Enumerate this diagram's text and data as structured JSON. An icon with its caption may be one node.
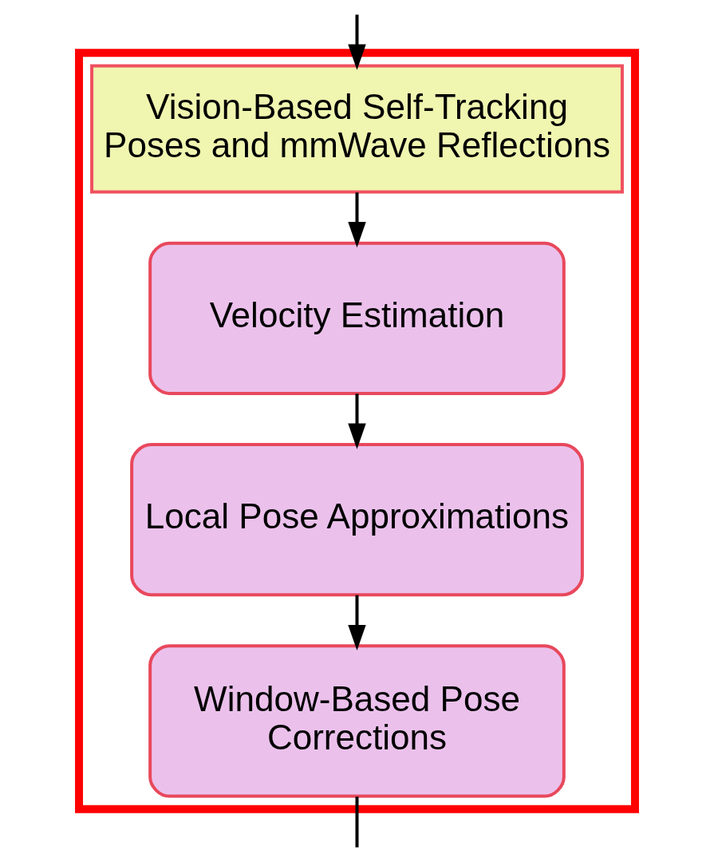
{
  "diagram": {
    "nodes": [
      {
        "text": [],
        "shape": "box"
      },
      {
        "text": [
          "Vision-Based Self-Tracking Poses and mmWave Reflections"
        ],
        "in": 0
      },
      {
        "text": [
          "Velocity Estimation"
        ],
        "in": 0
      },
      {
        "text": [
          "Local Pose Approximations"
        ],
        "in": 0
      },
      {
        "text": [
          "Window-Based Pose Corrections"
        ],
        "in": 0
      }
    ],
    "edges": [
      {
        "from": null,
        "to": 1,
        "arrow": "to"
      },
      {
        "from": 1,
        "to": 2,
        "arrow": "to"
      },
      {
        "from": 2,
        "to": 3,
        "arrow": "to"
      },
      {
        "from": 3,
        "to": 4,
        "arrow": "to"
      },
      {
        "from": 4,
        "to": null,
        "arrow": "none"
      }
    ]
  }
}
